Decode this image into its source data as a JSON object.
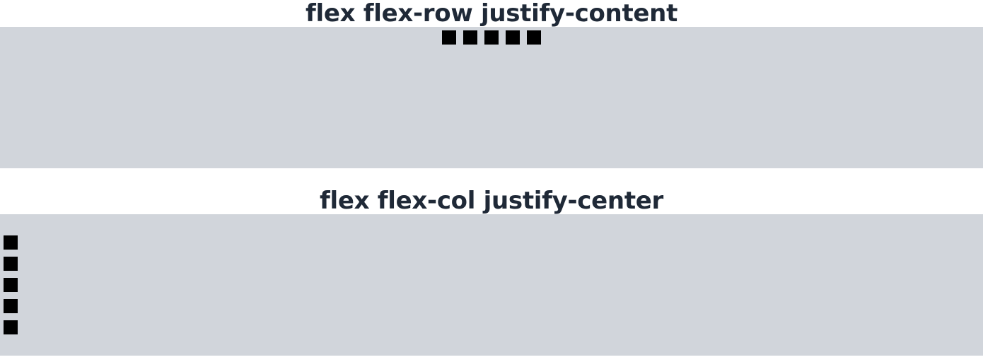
{
  "sections": [
    {
      "title": "flex flex-row justify-content",
      "layout": "row",
      "item_count": 5
    },
    {
      "title": "flex flex-col justify-center",
      "layout": "col",
      "item_count": 5
    }
  ],
  "colors": {
    "box_background": "#d1d5db",
    "square": "#000000",
    "title_text": "#1f2937"
  }
}
